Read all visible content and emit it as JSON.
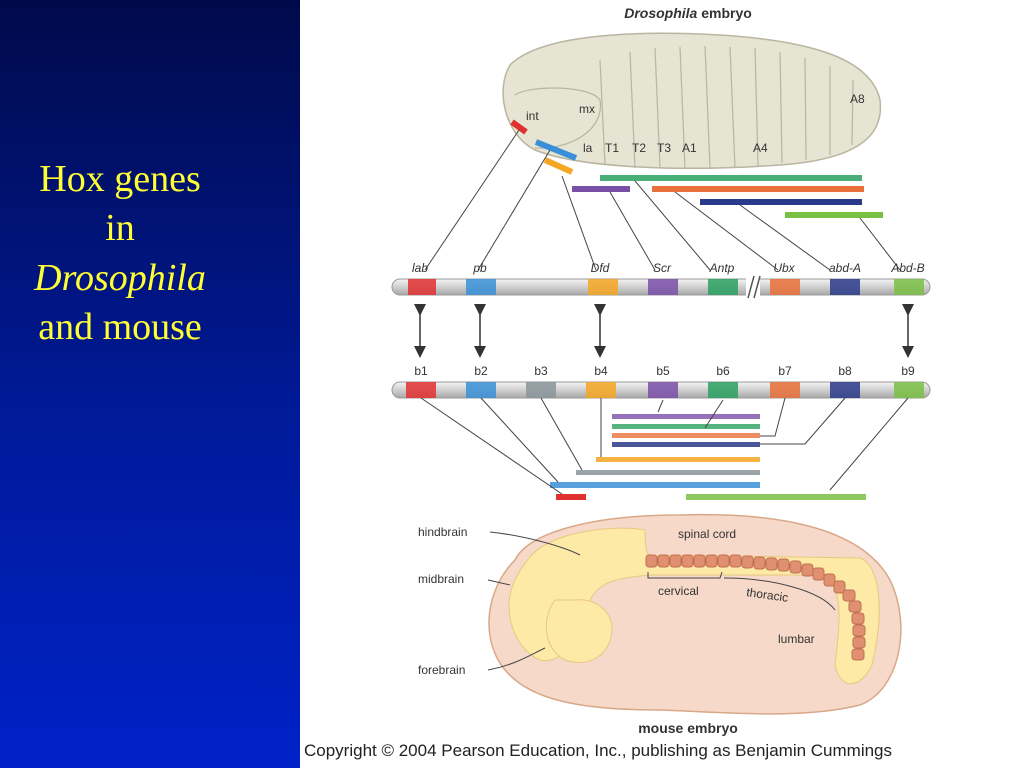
{
  "slide_title": {
    "line1": "Hox genes",
    "line2": "in",
    "line3": "Drosophila",
    "line4": "and mouse"
  },
  "figure": {
    "fly_title_italic": "Drosophila",
    "fly_title_rest": "embryo",
    "fly_segments": [
      "int",
      "mx",
      "la",
      "T1",
      "T2",
      "T3",
      "A1",
      "A4",
      "A8"
    ],
    "fly_genes": [
      "lab",
      "pb",
      "Dfd",
      "Scr",
      "Antp",
      "Ubx",
      "abd-A",
      "Abd-B"
    ],
    "mouse_genes": [
      "b1",
      "b2",
      "b3",
      "b4",
      "b5",
      "b6",
      "b7",
      "b8",
      "b9"
    ],
    "mouse_regions": [
      "hindbrain",
      "midbrain",
      "forebrain",
      "spinal cord",
      "cervical",
      "thoracic",
      "lumbar"
    ],
    "mouse_title": "mouse embryo",
    "copyright": "Copyright © 2004 Pearson Education, Inc., publishing as Benjamin Cummings"
  },
  "colors": {
    "lab": "#e03030",
    "pb": "#3a8fd8",
    "b3": "#8a9499",
    "Dfd": "#f5a623",
    "Scr": "#7a4fa8",
    "Antp": "#2aa060",
    "Ubx": "#e8703a",
    "abdA": "#2a3a8a",
    "AbdB": "#7ac043",
    "fly_body": "#e6e4d2",
    "mouse_skin": "#f6d9c8",
    "mouse_neural": "#fdeaa6",
    "somite": "#e09070"
  }
}
